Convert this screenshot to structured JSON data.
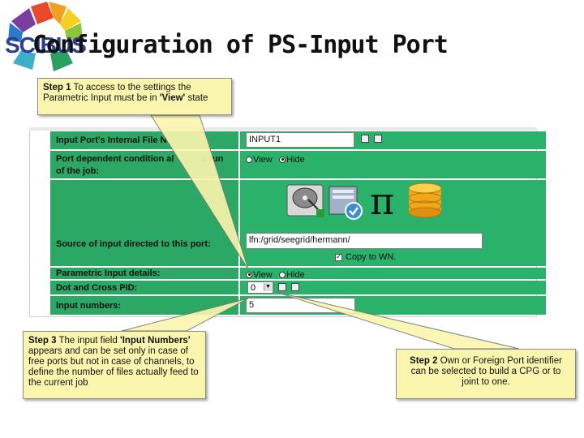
{
  "logo": {
    "text": "SCIBUS"
  },
  "title": "Configuration of PS-Input Port",
  "callouts": {
    "step1": {
      "prefix": "Step 1",
      "text": " To access to the settings  the Parametric Input must be in ",
      "quoted": "'View'",
      "suffix": " state"
    },
    "step3": {
      "prefix": "Step 3",
      "text": " The input field ",
      "quoted": "'Input Numbers'",
      "suffix": " appears and can be set only in case of free ports but not in case of channels, to define the number of files actually feed to the current job"
    },
    "step2": {
      "prefix": "Step 2",
      "text": " Own or Foreign Port identifier can be selected to build a CPG or to joint to one."
    }
  },
  "form": {
    "internal_file_label": "Input Port's Internal File N",
    "internal_file_value": "INPUT1",
    "condition_label_line1": "Port dependent condition al",
    "condition_label_suffix": "e run",
    "condition_label_line2": "of the job:",
    "condition_options": [
      "View",
      "Hide"
    ],
    "source_label": "Source of input directed to this port:",
    "source_value": "lfn:/grid/seegrid/hermann/",
    "copy_label": "Copy to WN.",
    "parametric_label": "Parametric Input details:",
    "parametric_options": [
      "View",
      "Hide"
    ],
    "dot_cross_label": "Dot and Cross PID:",
    "dot_cross_value": "0",
    "input_numbers_label": "Input numbers:",
    "input_numbers_value": "5"
  },
  "colors": {
    "row_green": "#2bb26a",
    "callout_yellow": "#fbf6ae"
  }
}
